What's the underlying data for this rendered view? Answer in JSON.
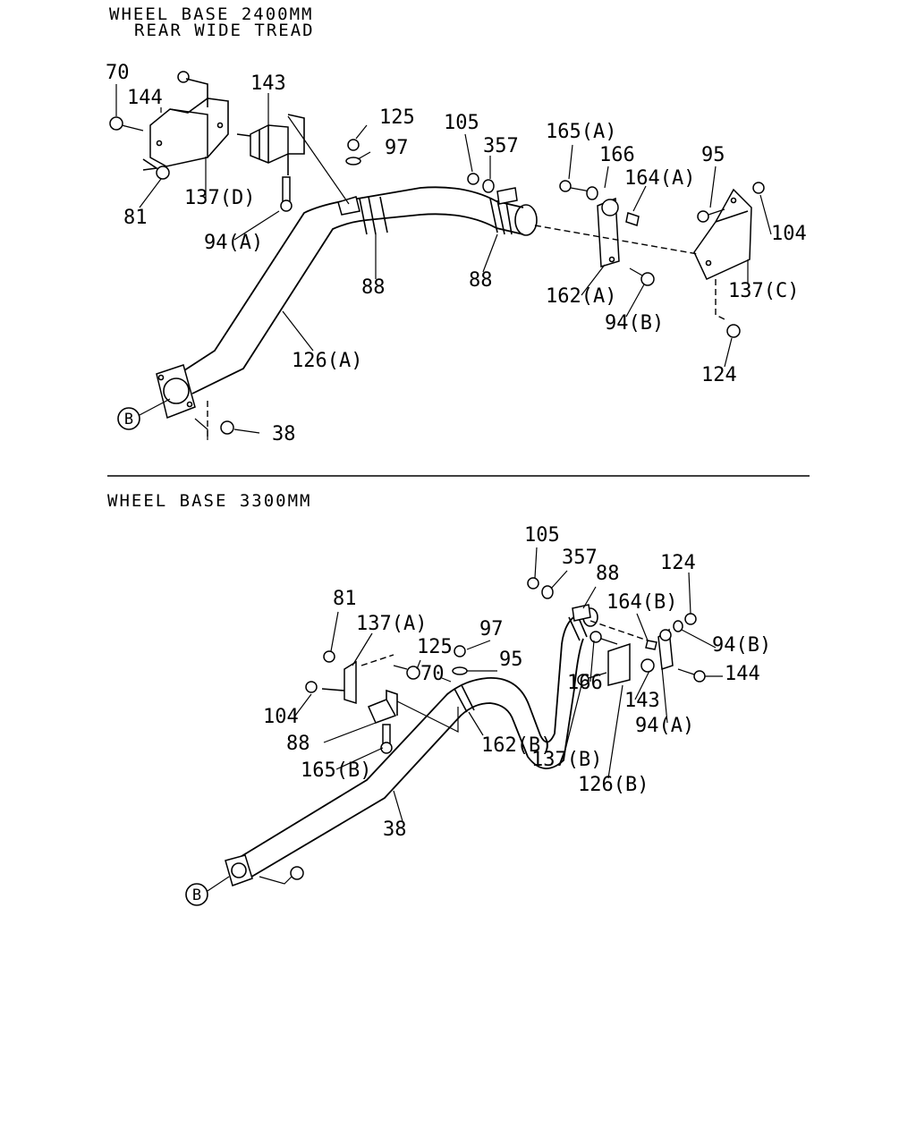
{
  "sections": [
    {
      "header_lines": [
        "WHEEL BASE 2400MM",
        "REAR WIDE TREAD"
      ],
      "labels": [
        "70",
        "144",
        "143",
        "125",
        "97",
        "105",
        "357",
        "165(A)",
        "166",
        "95",
        "164(A)",
        "104",
        "81",
        "137(D)",
        "94(A)",
        "88",
        "88",
        "162(A)",
        "137(C)",
        "94(B)",
        "126(A)",
        "124",
        "38"
      ],
      "ref_marker": "B"
    },
    {
      "header_lines": [
        "WHEEL BASE 3300MM"
      ],
      "labels": [
        "105",
        "357",
        "88",
        "124",
        "164(B)",
        "81",
        "137(A)",
        "125",
        "70",
        "97",
        "95",
        "166",
        "94(B)",
        "144",
        "104",
        "143",
        "88",
        "162(B)",
        "94(A)",
        "165(B)",
        "137(B)",
        "126(B)",
        "38"
      ],
      "ref_marker": "B"
    }
  ]
}
